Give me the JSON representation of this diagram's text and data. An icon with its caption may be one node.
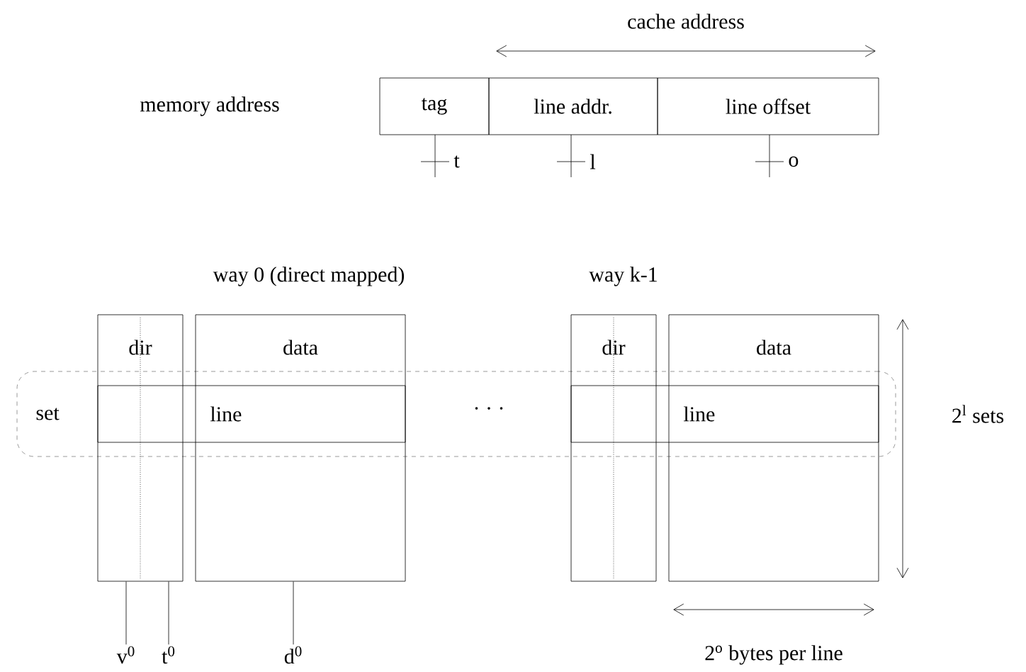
{
  "diagram": {
    "nodes": [
      {
        "text": [
          "tag"
        ],
        "beside": [
          "t"
        ]
      },
      {
        "text": [
          "line addr."
        ],
        "beside": [
          "l"
        ]
      },
      {
        "text": [
          "line offset"
        ],
        "beside": [
          "o"
        ]
      },
      {
        "text": [
          "set"
        ]
      },
      {
        "text": [
          "dir"
        ]
      },
      {
        "text": [
          "data"
        ]
      },
      {
        "text": [
          "line"
        ],
        "in": 3
      },
      {
        "text": [
          "dir"
        ]
      },
      {
        "text": [
          "data"
        ]
      },
      {
        "text": [
          "line"
        ],
        "in": 3
      },
      {
        "text": [
          "v$^{0}$"
        ]
      },
      {
        "text": [
          "t$^{0}$"
        ]
      },
      {
        "text": [
          "d$^{0}$"
        ]
      }
    ],
    "edges": [
      {
        "from": 4,
        "to": 10,
        "arrow": "none"
      },
      {
        "from": 4,
        "to": 11,
        "arrow": "none"
      },
      {
        "from": 5,
        "to": 12,
        "arrow": "none"
      }
    ],
    "labels": [
      "cache address",
      "memory address",
      "way 0 (direct mapped)",
      "way k-1",
      "· · ·",
      "2$^{l}$ sets",
      "2$^{o}$ bytes per line"
    ]
  }
}
